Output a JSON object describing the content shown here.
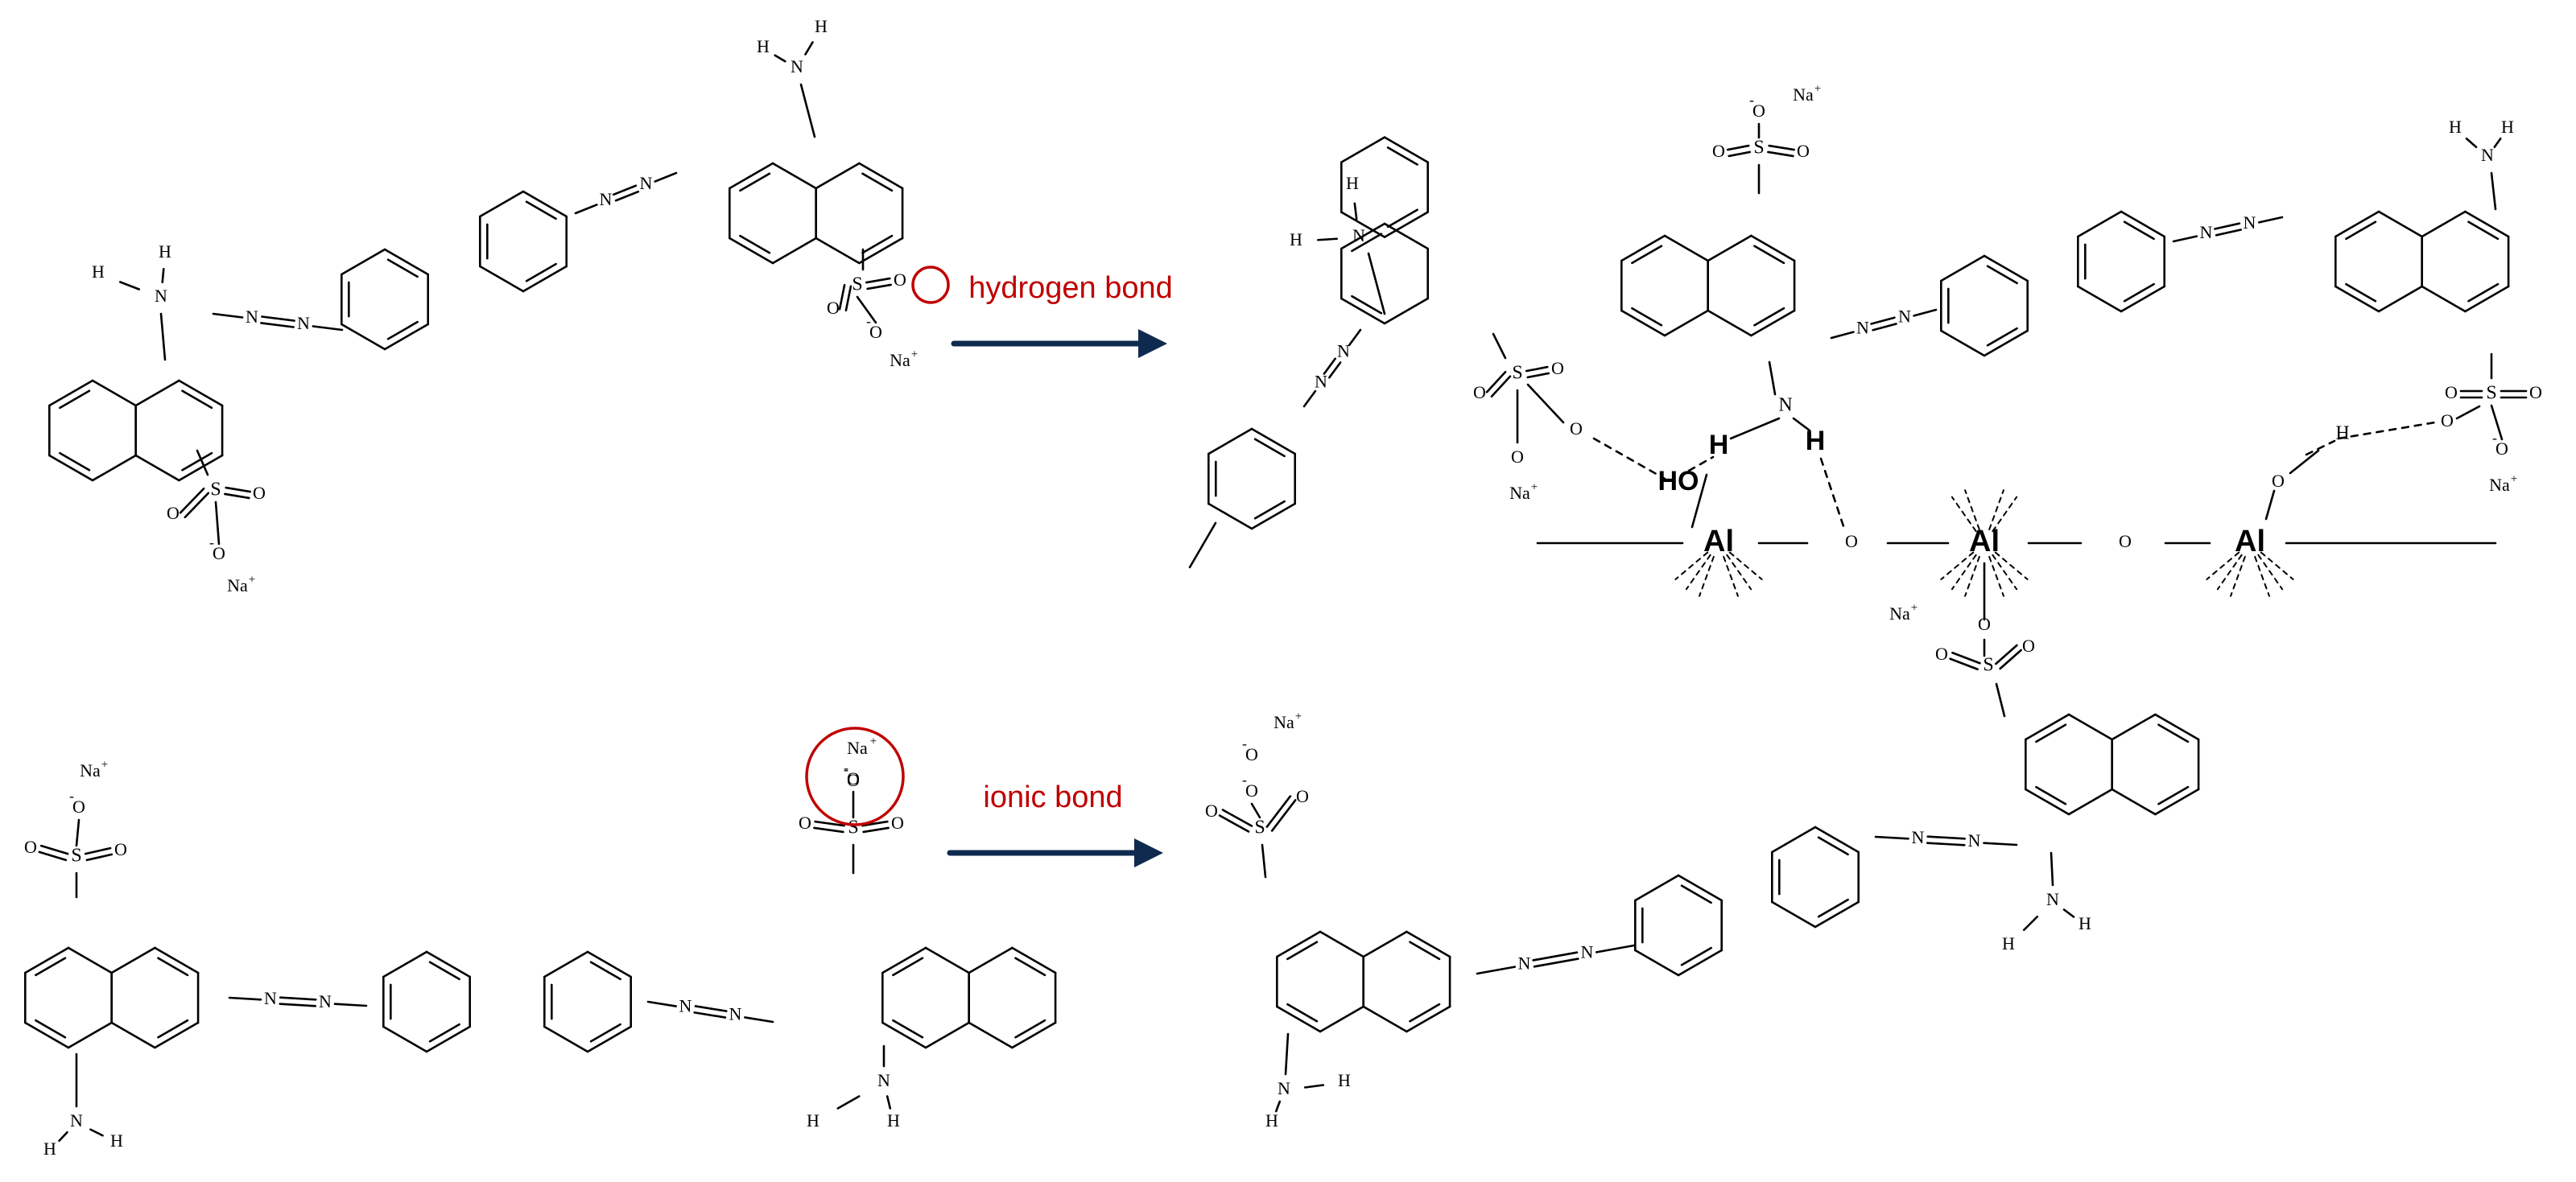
{
  "labels": {
    "hydrogen_bond": "hydrogen bond",
    "ionic_bond": "ionic bond",
    "na": "Na",
    "plus": "+",
    "minus": "-",
    "o": "O",
    "s": "S",
    "n": "N",
    "h": "H",
    "ho": "HO",
    "al": "Al"
  },
  "colors": {
    "ink": "#000000",
    "highlight": "#c00000",
    "arrow": "#0f2a4f"
  }
}
